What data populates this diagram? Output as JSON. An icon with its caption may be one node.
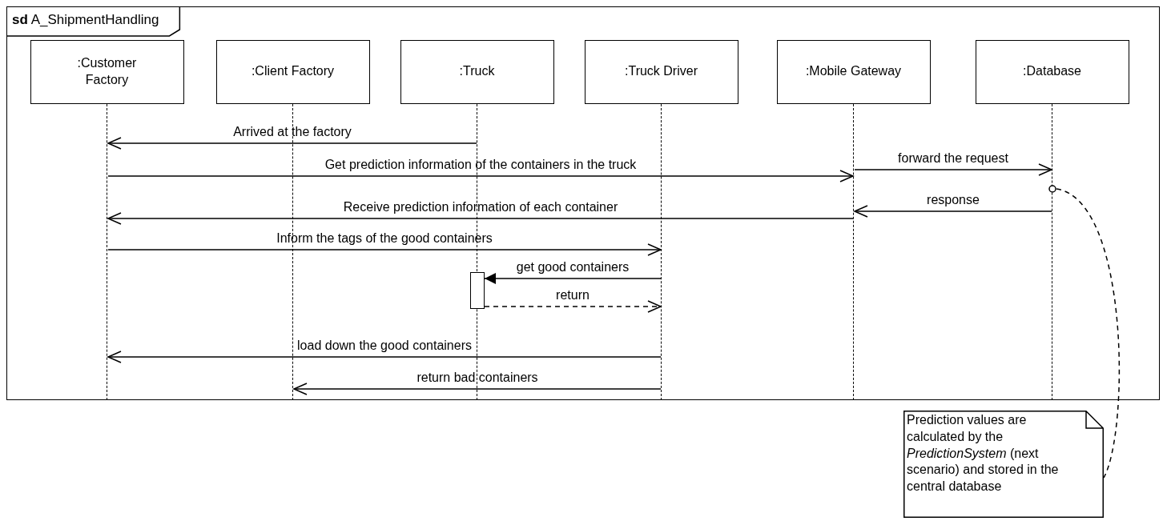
{
  "diagram": {
    "nodes": [
      {
        "text": [
          "**sd** A_ShipmentHandling"
        ]
      },
      {
        "text": [
          ":Customer Factory"
        ],
        "in": 0
      },
      {
        "text": [
          ":Client Factory"
        ],
        "in": 0
      },
      {
        "text": [
          ":Truck"
        ],
        "in": 0
      },
      {
        "text": [
          ":Truck Driver"
        ],
        "in": 0
      },
      {
        "text": [
          ":Mobile Gateway"
        ],
        "in": 0
      },
      {
        "text": [
          ":Database"
        ],
        "in": 0
      },
      {
        "text": [],
        "shape": "line",
        "in": 0
      },
      {
        "text": [],
        "shape": "line",
        "in": 0
      },
      {
        "text": [],
        "shape": "line",
        "in": 0
      },
      {
        "text": [],
        "shape": "line",
        "in": 0
      },
      {
        "text": [],
        "shape": "line",
        "in": 0
      },
      {
        "text": [],
        "shape": "line",
        "in": 0
      },
      {
        "text": [],
        "shape": "bar",
        "in": 0
      },
      {
        "text": [
          "Prediction values are calculated by the *PredictionSystem* (next scenario) and stored in the central database"
        ]
      },
      {
        "text": [],
        "shape": "circle",
        "in": 0
      }
    ],
    "edges": [
      {
        "from": 9,
        "to": 7,
        "arrow": "to",
        "label": "Arrived at the factory"
      },
      {
        "from": 7,
        "to": 11,
        "arrow": "to",
        "label": "Get prediction information of the containers in the truck"
      },
      {
        "from": 11,
        "to": 12,
        "arrow": "to",
        "label": "forward the request"
      },
      {
        "from": 12,
        "to": 11,
        "arrow": "to",
        "label": "response"
      },
      {
        "from": 11,
        "to": 7,
        "arrow": "to",
        "label": "Receive prediction information of each container"
      },
      {
        "from": 7,
        "to": 10,
        "arrow": "to",
        "label": "Inform the tags of the good containers"
      },
      {
        "from": 10,
        "to": 13,
        "arrow": "to",
        "label": "get good containers"
      },
      {
        "from": 13,
        "to": 10,
        "arrow": "to",
        "label": "return",
        "style": "dashed"
      },
      {
        "from": 10,
        "to": 7,
        "arrow": "to",
        "label": "load down the good containers"
      },
      {
        "from": 10,
        "to": 8,
        "arrow": "to",
        "label": "return bad containers"
      },
      {
        "from": 15,
        "to": 14,
        "arrow": "none",
        "style": "dashed"
      }
    ]
  }
}
